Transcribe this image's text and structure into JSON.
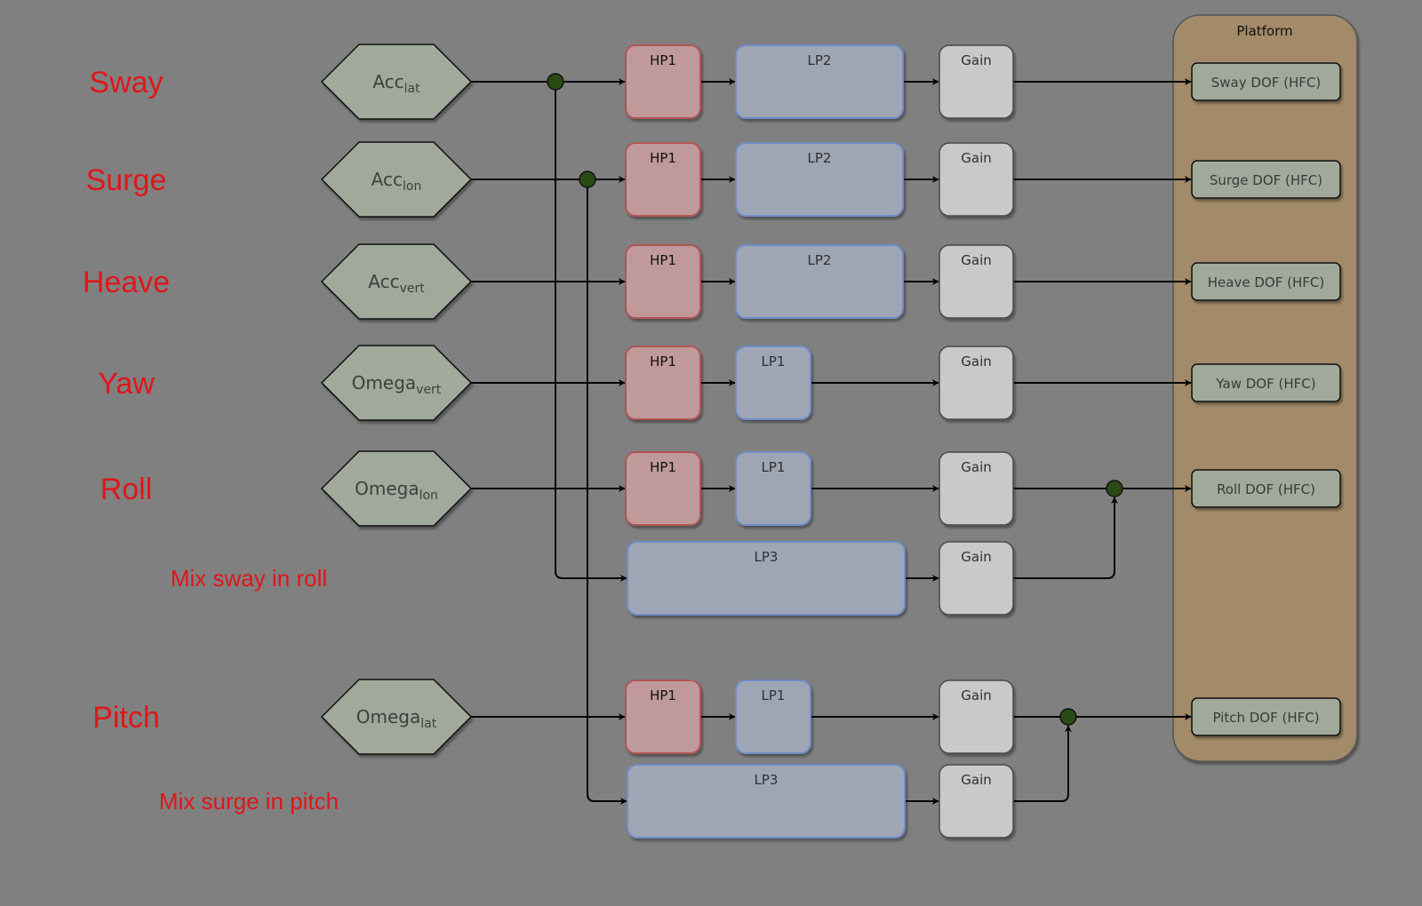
{
  "colors": {
    "background": "#808080",
    "label_red": "#e0161a",
    "hex_fill": "#a1a99b",
    "hp_fill": "#c0999b",
    "hp_stroke": "#b25555",
    "lp_fill": "#9ea6b5",
    "lp_stroke": "#6f8cc7",
    "gain_fill": "#c9c9c9",
    "gain_stroke": "#4a4a4a",
    "platform_fill": "#a38a68",
    "dof_fill": "#a1a99b",
    "junction_fill": "#2a4a14"
  },
  "platform": {
    "title": "Platform"
  },
  "channels": [
    {
      "label": "Sway",
      "input": {
        "base": "Acc",
        "sub": "lat"
      },
      "hp": "HP1",
      "lp": "LP2",
      "gain": "Gain",
      "output": "Sway DOF (HFC)"
    },
    {
      "label": "Surge",
      "input": {
        "base": "Acc",
        "sub": "lon"
      },
      "hp": "HP1",
      "lp": "LP2",
      "gain": "Gain",
      "output": "Surge DOF (HFC)"
    },
    {
      "label": "Heave",
      "input": {
        "base": "Acc",
        "sub": "vert"
      },
      "hp": "HP1",
      "lp": "LP2",
      "gain": "Gain",
      "output": "Heave DOF (HFC)"
    },
    {
      "label": "Yaw",
      "input": {
        "base": "Omega",
        "sub": "vert"
      },
      "hp": "HP1",
      "lp": "LP1",
      "gain": "Gain",
      "output": "Yaw DOF (HFC)"
    },
    {
      "label": "Roll",
      "input": {
        "base": "Omega",
        "sub": "lon"
      },
      "hp": "HP1",
      "lp": "LP1",
      "gain": "Gain",
      "output": "Roll DOF (HFC)"
    },
    {
      "label": "Pitch",
      "input": {
        "base": "Omega",
        "sub": "lat"
      },
      "hp": "HP1",
      "lp": "LP1",
      "gain": "Gain",
      "output": "Pitch DOF (HFC)"
    }
  ],
  "mixes": [
    {
      "label": "Mix sway in roll",
      "lp": "LP3",
      "gain": "Gain",
      "from": "Sway",
      "to": "Roll"
    },
    {
      "label": "Mix surge in pitch",
      "lp": "LP3",
      "gain": "Gain",
      "from": "Surge",
      "to": "Pitch"
    }
  ]
}
